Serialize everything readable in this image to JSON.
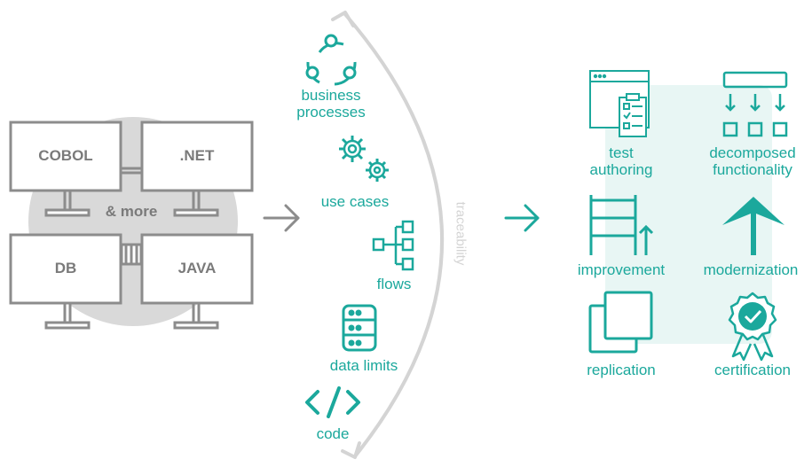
{
  "colors": {
    "teal": "#1ba89c",
    "gray": "#8c8c8c",
    "light_gray": "#d9d9d9",
    "highlight": "#e8f6f4"
  },
  "legacy_systems": {
    "monitors": [
      "COBOL",
      ".NET",
      "DB",
      "JAVA"
    ],
    "more_label": "& more"
  },
  "artifacts": {
    "business_processes": {
      "line1": "business",
      "line2": "processes",
      "icon": "cycle-icon"
    },
    "use_cases": {
      "label": "use cases",
      "icon": "gears-icon"
    },
    "flows": {
      "label": "flows",
      "icon": "flowchart-icon"
    },
    "data_limits": {
      "label": "data limits",
      "icon": "database-icon"
    },
    "code": {
      "label": "code",
      "icon": "code-icon"
    }
  },
  "traceability_label": "traceability",
  "outcomes": {
    "test_authoring": {
      "line1": "test",
      "line2": "authoring",
      "icon": "checklist-icon"
    },
    "decomposed_functionality": {
      "line1": "decomposed",
      "line2": "functionality",
      "icon": "decompose-icon"
    },
    "improvement": {
      "label": "improvement",
      "icon": "ladder-icon"
    },
    "modernization": {
      "label": "modernization",
      "icon": "arrow-up-icon"
    },
    "replication": {
      "label": "replication",
      "icon": "copy-icon"
    },
    "certification": {
      "label": "certification",
      "icon": "badge-icon"
    }
  }
}
